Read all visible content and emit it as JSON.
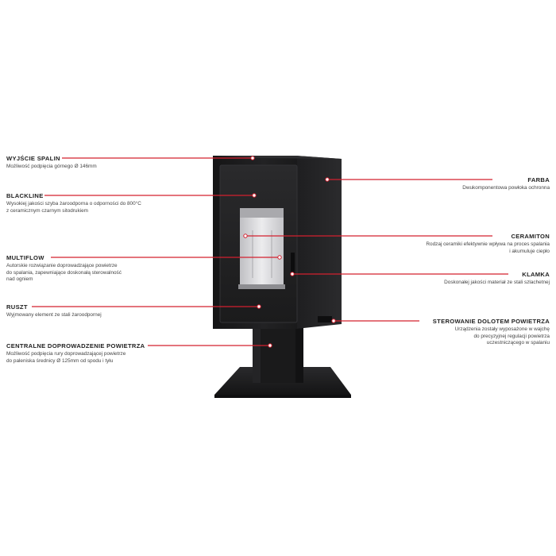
{
  "callouts": {
    "wyjscie_spalin": {
      "title": "WYJŚCIE SPALIN",
      "desc": [
        "Możliwość podpięcia górnego Ø 146mm"
      ]
    },
    "blackline": {
      "title": "BLACKLINE",
      "desc": [
        "Wysokiej jakości szyba żaroodporna o odporności do 800°C",
        "z ceramicznym czarnym sitodrukiem"
      ]
    },
    "multiflow": {
      "title": "MULTIFLOW",
      "desc": [
        "Autorskie rozwiązanie doprowadzające powietrze",
        "do spalania, zapewniające doskonałą sterowalność",
        "nad ogniem"
      ]
    },
    "ruszt": {
      "title": "RUSZT",
      "desc": [
        "Wyjmowany element ze stali żaroodpornej"
      ]
    },
    "centralne": {
      "title": "CENTRALNE DOPROWADZENIE POWIETRZA",
      "desc": [
        "Możliwość podpięcia rury doprowadzającej powietrze",
        "do paleniska średnicy Ø 125mm od spodu i tyłu"
      ]
    },
    "farba": {
      "title": "FARBA",
      "desc": [
        "Dwukomponentowa powłoka ochronna"
      ]
    },
    "ceramiton": {
      "title": "CERAMITON",
      "desc": [
        "Rodzaj ceramiki efektywnie wpływa na proces spalania",
        "i akumuluje ciepło"
      ]
    },
    "klamka": {
      "title": "KLAMKA",
      "desc": [
        "Doskonałej jakości materiał ze stali szlachetnej"
      ]
    },
    "sterowanie": {
      "title": "STEROWANIE DOLOTEM POWIETRZA",
      "desc": [
        "Urządzenia zostały wyposażone w wajchę",
        "do precyzyjnej regulacji powietrza",
        "uczestniczącego w spalaniu"
      ]
    }
  },
  "colors": {
    "accent": "#d3202f",
    "stove": "#1c1c1e",
    "stove_edge": "#2c2c2e",
    "firebox": "#d9d9dc"
  }
}
